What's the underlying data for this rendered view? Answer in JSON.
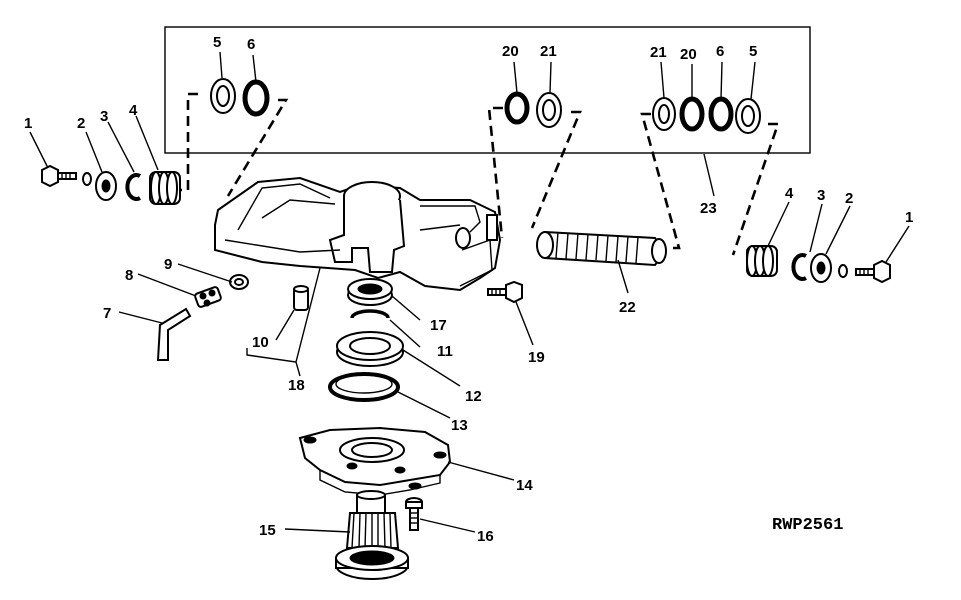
{
  "figure_id": "RWP2561",
  "callouts": {
    "c1a": "1",
    "c2a": "2",
    "c3a": "3",
    "c4a": "4",
    "c5a": "5",
    "c6a": "6",
    "c20a": "20",
    "c21a": "21",
    "c21b": "21",
    "c20b": "20",
    "c6b": "6",
    "c5b": "5",
    "c23": "23",
    "c4b": "4",
    "c3b": "3",
    "c2b": "2",
    "c1b": "1",
    "c22": "22",
    "c7": "7",
    "c8": "8",
    "c9": "9",
    "c10": "10",
    "c17": "17",
    "c11": "11",
    "c18": "18",
    "c12": "12",
    "c13": "13",
    "c19": "19",
    "c14": "14",
    "c15": "15",
    "c16": "16"
  },
  "parts": {
    "p1": "bolt",
    "p2": "washer",
    "p3": "snap-ring",
    "p4": "piston",
    "p5": "seal-ring",
    "p6": "o-ring",
    "p7": "hex-wrench",
    "p8": "fitting",
    "p9": "plug",
    "p10": "pin",
    "p11": "snap-ring",
    "p12": "seal",
    "p13": "o-ring",
    "p14": "housing-flange",
    "p15": "splined-shaft",
    "p16": "cap-screw",
    "p17": "bearing",
    "p18": "steering-housing",
    "p19": "bolt",
    "p20": "o-ring",
    "p21": "seal-ring",
    "p22": "rack-piston",
    "p23": "seal-kit"
  }
}
